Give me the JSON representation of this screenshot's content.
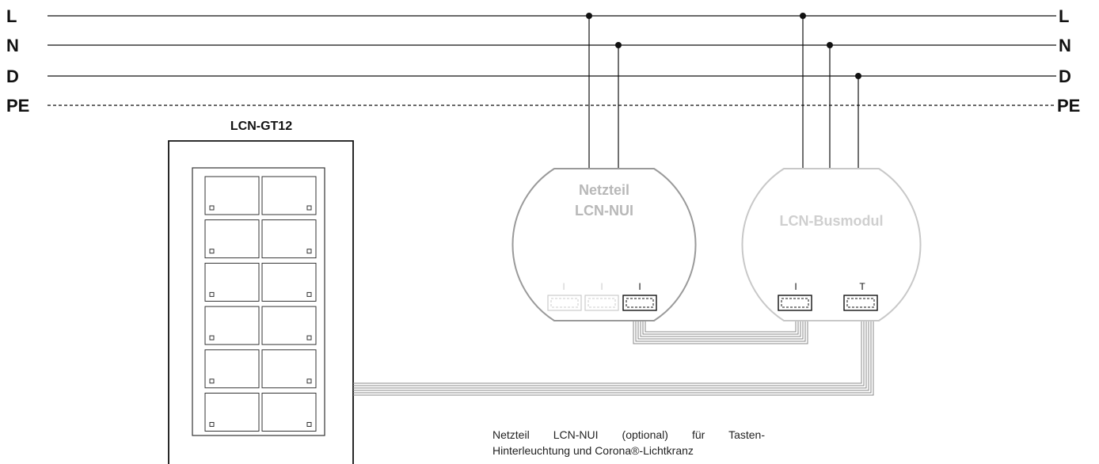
{
  "rails": [
    {
      "id": "L",
      "label": "L",
      "style": "solid"
    },
    {
      "id": "N",
      "label": "N",
      "style": "solid"
    },
    {
      "id": "D",
      "label": "D",
      "style": "solid"
    },
    {
      "id": "PE",
      "label": "PE",
      "style": "dashed"
    }
  ],
  "devices": {
    "gt12": {
      "title": "LCN-GT12",
      "buttons": 12
    },
    "nui": {
      "title_lines": [
        "Netzteil",
        "LCN-NUI"
      ],
      "connectors": [
        "I",
        "I",
        "I"
      ]
    },
    "busmodul": {
      "title": "LCN-Busmodul",
      "connectors": [
        "I",
        "T"
      ]
    }
  },
  "note": {
    "line1": "Netzteil LCN-NUI (optional) für Tasten-",
    "line2": "Hinterleuchtung und Corona®-Lichtkranz"
  },
  "colors": {
    "line": "#111111",
    "module_outline": "#9a9a9a",
    "module_outline_faint": "#c8c8c8",
    "nui_text": "#b8b8b8",
    "busmodul_text": "#cfcfcf",
    "cable": "#888888"
  }
}
